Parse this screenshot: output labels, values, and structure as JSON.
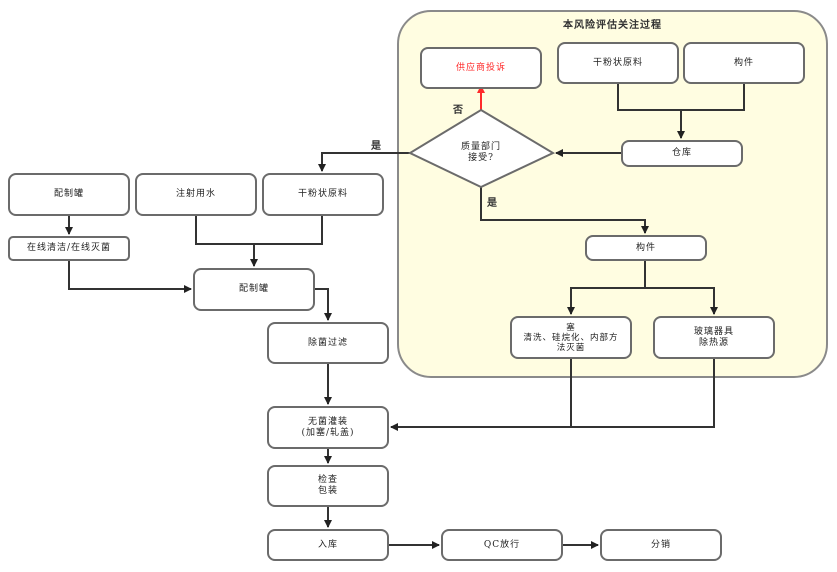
{
  "region": {
    "title": "本风险评估关注过程"
  },
  "nodes": {
    "supplier_complaint": "供应商投诉",
    "top_powder": "干粉状原料",
    "top_components": "构件",
    "warehouse": "仓库",
    "decision": "质量部门\n接受?",
    "components": "构件",
    "stopper": "塞\n清洗、硅烷化、内部方\n法灭菌",
    "glassware": "玻璃器具\n除热源",
    "prep_tank_1": "配制罐",
    "wfi": "注射用水",
    "powder": "干粉状原料",
    "cip_sip": "在线清洁/在线灭菌",
    "prep_tank_2": "配制罐",
    "sterile_filtration": "除菌过滤",
    "aseptic_filling": "无菌灌装\n(加塞/轧盖)",
    "inspection_packaging": "检查\n包装",
    "warehousing": "入库",
    "qc_release": "QC放行",
    "distribution": "分销"
  },
  "edge_labels": {
    "no": "否",
    "yes_left": "是",
    "yes_down": "是"
  },
  "colors": {
    "region_fill": "#fffde1",
    "highlight": "#ff2a2a",
    "line": "#333333"
  }
}
